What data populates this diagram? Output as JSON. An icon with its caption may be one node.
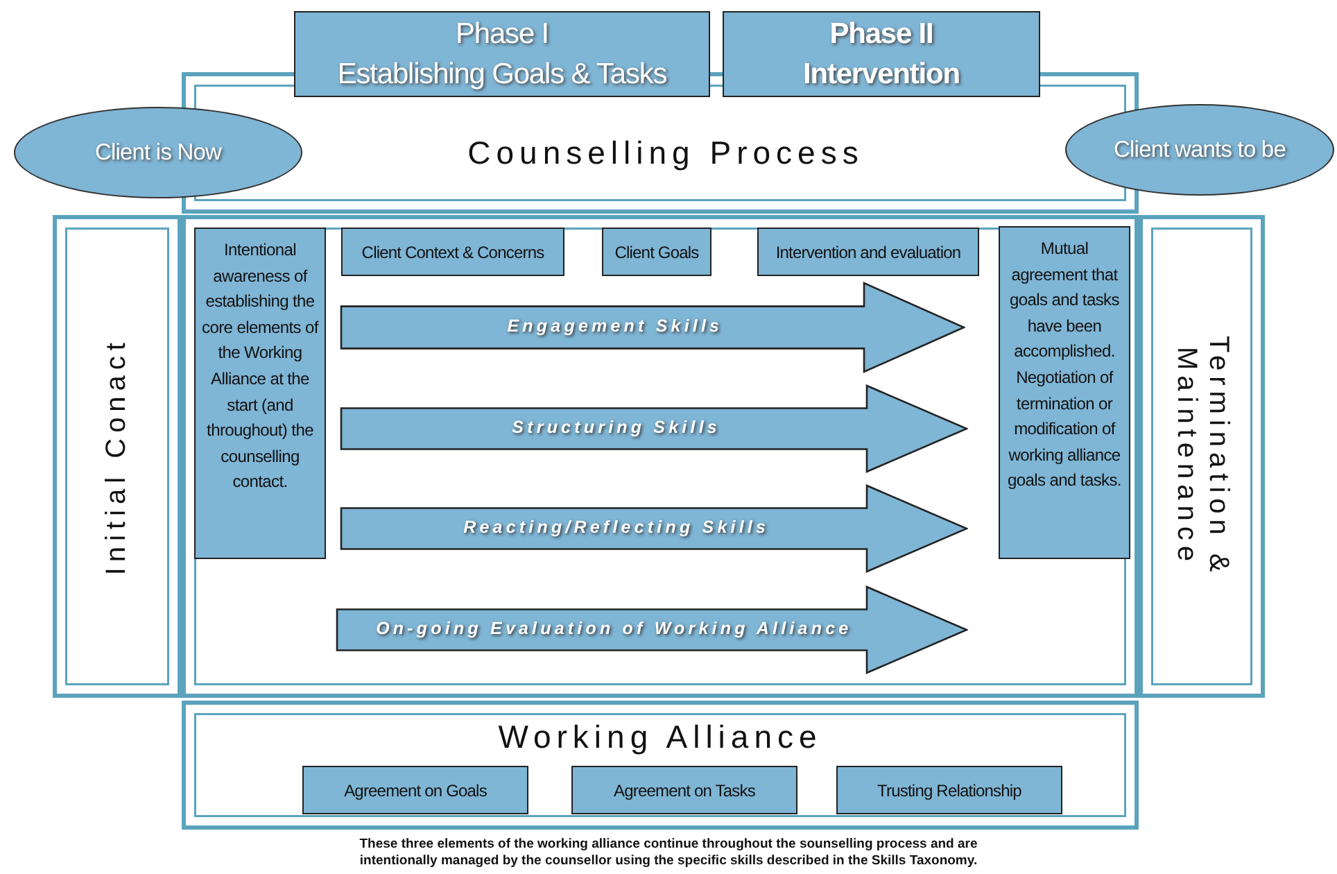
{
  "diagram": {
    "nodes": [
      {
        "text": [
          "Phase I",
          "Establishing Goals & Tasks"
        ]
      },
      {
        "text": [
          "Phase II",
          "Intervention"
        ]
      },
      {
        "text": [
          "Counselling Process"
        ]
      },
      {
        "text": [
          "Client is Now"
        ]
      },
      {
        "text": [
          "Client wants to be"
        ]
      },
      {
        "text": [
          "Initial Conact"
        ]
      },
      {
        "text": [
          "Intentional awareness of establishing the core elements of the Working Alliance at the start (and throughout) the counselling contact."
        ]
      },
      {
        "text": [
          "Client Context & Concerns"
        ]
      },
      {
        "text": [
          "Client Goals"
        ]
      },
      {
        "text": [
          "Intervention and evaluation"
        ]
      },
      {
        "text": [
          "Engagement Skills"
        ]
      },
      {
        "text": [
          "Structuring Skills"
        ]
      },
      {
        "text": [
          "Reacting/Reflecting Skills"
        ]
      },
      {
        "text": [
          "On-going Evaluation of Working Alliance"
        ]
      },
      {
        "text": [
          "Mutual agreement that goals and tasks have been accomplished. Negotiation of termination or modification of working alliance goals and tasks."
        ]
      },
      {
        "text": [
          "Termination & Maintenance"
        ]
      },
      {
        "text": [
          "Working Alliance"
        ]
      },
      {
        "text": [
          "Agreement on Goals"
        ],
        "in": 16
      },
      {
        "text": [
          "Agreement on Tasks"
        ],
        "in": 16
      },
      {
        "text": [
          "Trusting Relationship"
        ],
        "in": 16
      }
    ],
    "caption": "These three elements of the working alliance continue throughout the sounselling process and are intentionally managed by the counsellor using the specific skills described in the Skills Taxonomy."
  }
}
